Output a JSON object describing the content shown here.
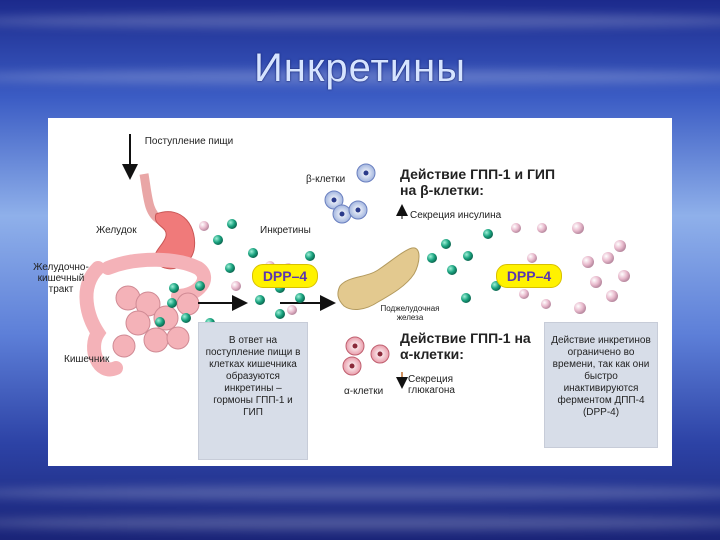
{
  "slide": {
    "title": "Инкретины"
  },
  "diagram": {
    "food_intake": "Поступление пищи",
    "stomach": "Желудок",
    "gi_tract": "Желудочно-кишечный тракт",
    "intestine": "Кишечник",
    "incretins": "Инкретины",
    "beta_cells": "β-клетки",
    "alpha_cells": "α-клетки",
    "pancreas": "Поджелудочная железа",
    "dpp4_left": "DPP–4",
    "dpp4_right": "DPP–4",
    "beta_action": "Действие ГПП-1 и ГИП на β-клетки:",
    "insulin_secretion": "Секреция инсулина",
    "alpha_action": "Действие ГПП-1 на α-клетки:",
    "glucagon_secretion": "Секреция глюкагона",
    "box_release": "В ответ на поступление пищи в клетках кишечника образуются инкретины – гормоны ГПП-1 и ГИП",
    "box_limit": "Действие инкретинов ограничено во времени, так как они быстро инактивируются ферментом ДПП-4 (DPP-4)"
  },
  "colors": {
    "active_incretin": "#1aa37f",
    "inactive_incretin": "#e8b9cc",
    "dpp4": "#fff200",
    "stomach": "#f07a7a",
    "intestine": "#f4b2b8",
    "pancreas": "#e3c98f"
  }
}
